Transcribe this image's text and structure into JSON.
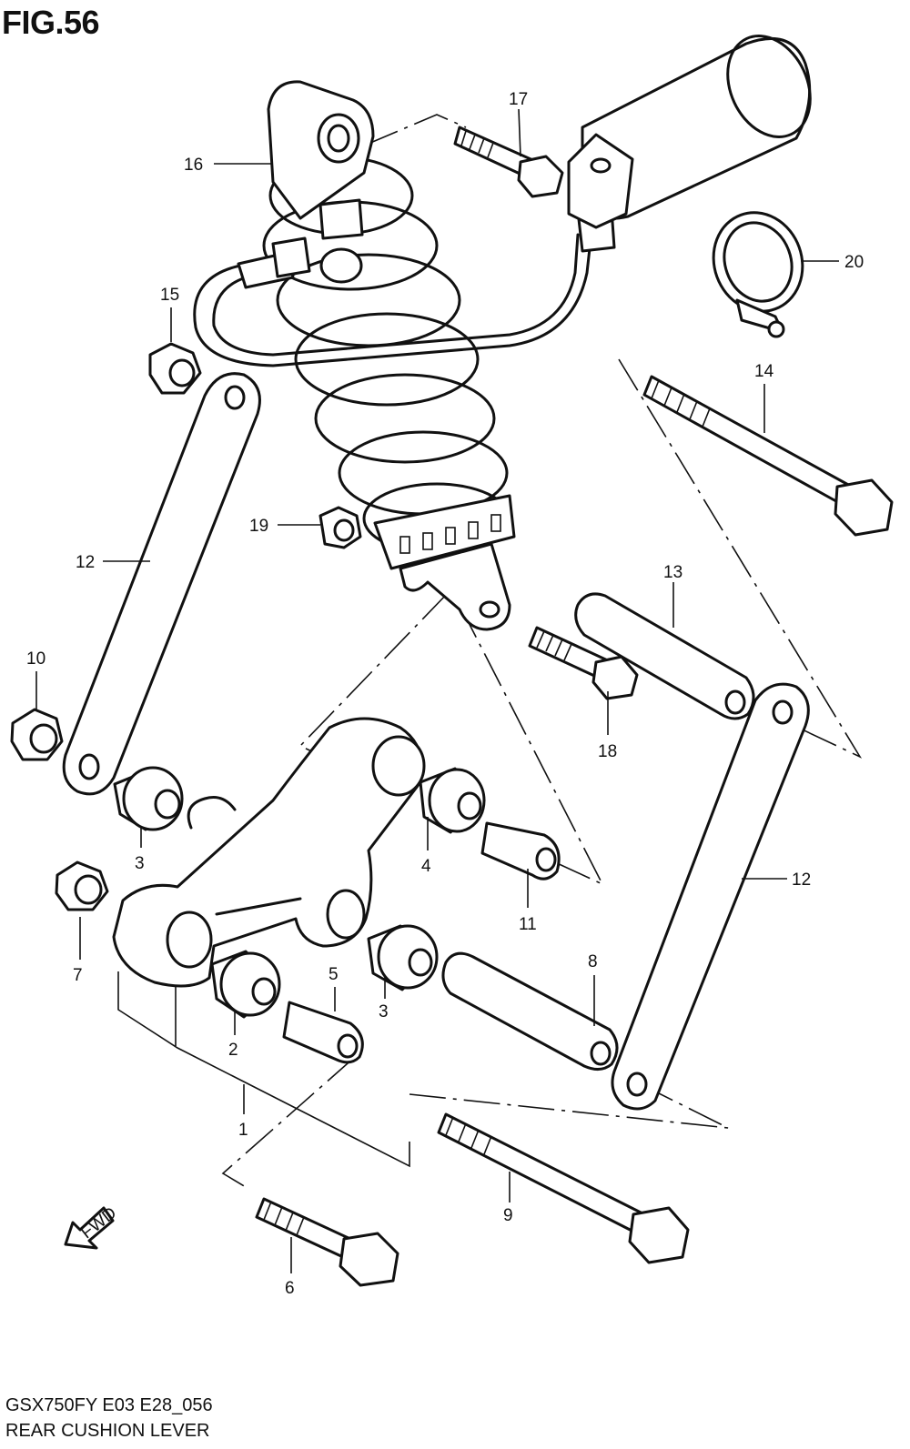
{
  "figure": {
    "title": "FIG.56",
    "model_code": "GSX750FY E03 E28_056",
    "caption": "REAR CUSHION LEVER"
  },
  "fwd_arrow": {
    "label": "FWD"
  },
  "callouts": [
    {
      "id": "c1",
      "text": "1"
    },
    {
      "id": "c2",
      "text": "2"
    },
    {
      "id": "c3a",
      "text": "3"
    },
    {
      "id": "c3b",
      "text": "3"
    },
    {
      "id": "c4",
      "text": "4"
    },
    {
      "id": "c5",
      "text": "5"
    },
    {
      "id": "c6",
      "text": "6"
    },
    {
      "id": "c7",
      "text": "7"
    },
    {
      "id": "c8",
      "text": "8"
    },
    {
      "id": "c9",
      "text": "9"
    },
    {
      "id": "c10",
      "text": "10"
    },
    {
      "id": "c11",
      "text": "11"
    },
    {
      "id": "c12a",
      "text": "12"
    },
    {
      "id": "c12b",
      "text": "12"
    },
    {
      "id": "c13",
      "text": "13"
    },
    {
      "id": "c14",
      "text": "14"
    },
    {
      "id": "c15",
      "text": "15"
    },
    {
      "id": "c16",
      "text": "16"
    },
    {
      "id": "c17",
      "text": "17"
    },
    {
      "id": "c18",
      "text": "18"
    },
    {
      "id": "c19",
      "text": "19"
    },
    {
      "id": "c20",
      "text": "20"
    }
  ]
}
